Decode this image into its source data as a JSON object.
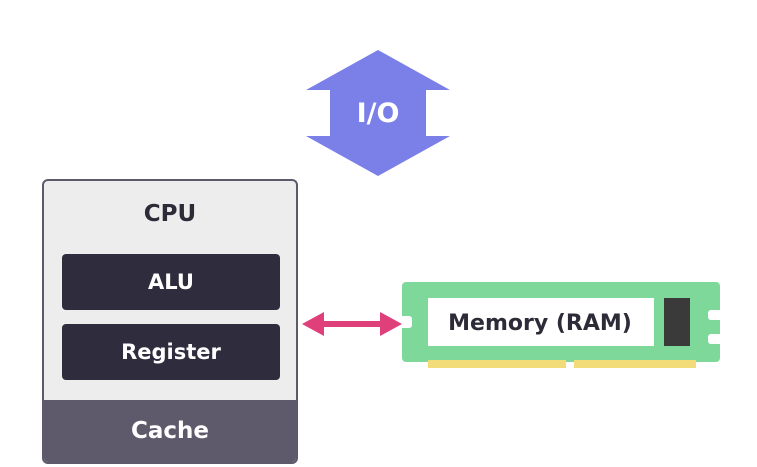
{
  "io": {
    "label": "I/O"
  },
  "cpu": {
    "title": "CPU",
    "alu": "ALU",
    "register": "Register",
    "cache": "Cache"
  },
  "ram": {
    "label": "Memory (RAM)"
  },
  "colors": {
    "io_arrow": "#7b7fe8",
    "cpu_panel": "#ededed",
    "cpu_border": "#5e5a6b",
    "unit_dark": "#2f2d3d",
    "cache": "#5e5a6b",
    "connector": "#e0407a",
    "ram_board": "#7dd89a",
    "ram_pins": "#f2dc7a",
    "ram_chip": "#3a3a3a"
  }
}
